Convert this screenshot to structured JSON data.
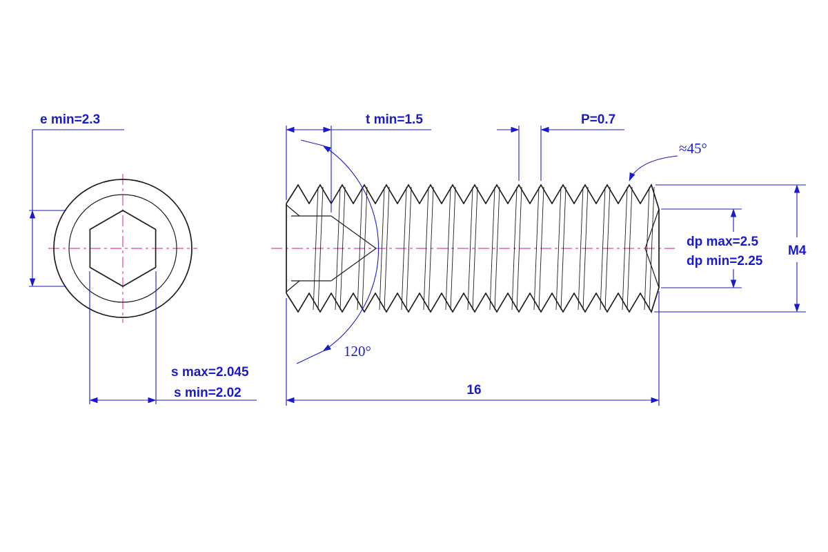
{
  "colors": {
    "outline": "#1b1b1b",
    "dimension": "#1a1acd",
    "centerline": "#f03ca4",
    "background": "#ffffff"
  },
  "end_view": {
    "e_label": "e min=2.3",
    "s_max_label": "s max=2.045",
    "s_min_label": "s min=2.02"
  },
  "side_view": {
    "t_label": "t min=1.5",
    "p_label": "P=0.7",
    "chamfer_label": "≈45°",
    "dp_max_label": "dp max=2.5",
    "dp_min_label": "dp min=2.25",
    "thread_label": "M4",
    "cone_angle_label": "120°",
    "length_label": "16"
  }
}
